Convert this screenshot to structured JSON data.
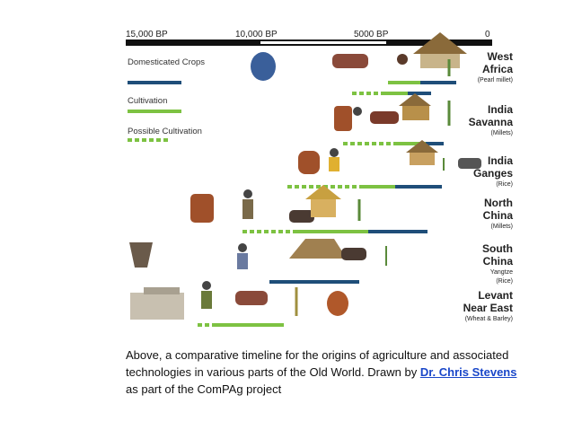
{
  "timeline": {
    "ticks": [
      "15,000 BP",
      "10,000 BP",
      "5000 BP",
      "0"
    ]
  },
  "legend": {
    "domesticated": "Domesticated Crops",
    "cultivation": "Cultivation",
    "possible": "Possible Cultivation"
  },
  "regions": [
    {
      "name_lines": [
        "West",
        "Africa"
      ],
      "crop": "(Pearl millet)"
    },
    {
      "name_lines": [
        "India",
        "Savanna"
      ],
      "crop": "(Millets)"
    },
    {
      "name_lines": [
        "India",
        "Ganges"
      ],
      "crop": "(Rice)"
    },
    {
      "name_lines": [
        "North",
        "China"
      ],
      "crop": "(Millets)"
    },
    {
      "name_lines": [
        "South",
        "China"
      ],
      "crop_lines": [
        "Yangtze",
        "(Rice)"
      ]
    },
    {
      "name_lines": [
        "Levant",
        "Near East"
      ],
      "crop": "(Wheat & Barley)"
    }
  ],
  "colors": {
    "domesticated": "#1f4e79",
    "cultivation": "#7dc242",
    "possible": "#7dc242",
    "timeline_bar": "#111111"
  },
  "caption": {
    "before_link": "Above, a comparative timeline for the origins of agriculture and associated technologies in various parts of the Old World. Drawn by ",
    "link_text": "Dr. Chris Stevens ",
    "after_link": "as part of the ComPAg project"
  }
}
